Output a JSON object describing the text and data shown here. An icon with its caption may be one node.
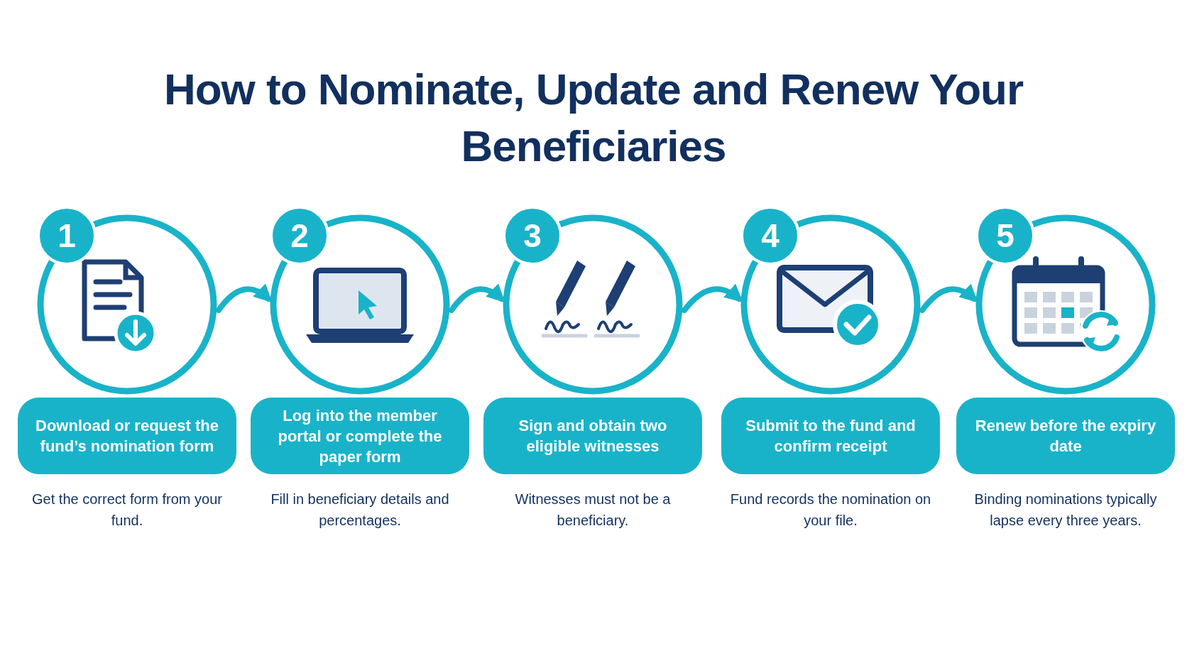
{
  "diagram": {
    "title": "How to Nominate, Update and Renew Your Beneficiaries",
    "nodes": [
      {
        "text": [
          "1"
        ]
      },
      {
        "text": [
          "Download or request the fund’s nomination form"
        ],
        "beside": [
          "Get the correct form from your fund."
        ]
      },
      {
        "text": [
          "2"
        ]
      },
      {
        "text": [
          "Log into the member portal or complete the paper form"
        ],
        "beside": [
          "Fill in beneficiary details and percentages."
        ]
      },
      {
        "text": [
          "3"
        ]
      },
      {
        "text": [
          "Sign and obtain two eligible witnesses"
        ],
        "beside": [
          "Witnesses must not be a beneficiary."
        ]
      },
      {
        "text": [
          "4"
        ]
      },
      {
        "text": [
          "Submit to the fund and confirm receipt"
        ],
        "beside": [
          "Fund records the nomination on your file."
        ]
      },
      {
        "text": [
          "5"
        ]
      },
      {
        "text": [
          "Renew before the expiry date"
        ],
        "beside": [
          "Binding nominations typically lapse every three years."
        ]
      }
    ],
    "edges": [
      {
        "from": 0,
        "to": 2,
        "arrow": "to"
      },
      {
        "from": 2,
        "to": 4,
        "arrow": "to"
      },
      {
        "from": 4,
        "to": 6,
        "arrow": "to"
      },
      {
        "from": 6,
        "to": 8,
        "arrow": "to"
      }
    ]
  }
}
